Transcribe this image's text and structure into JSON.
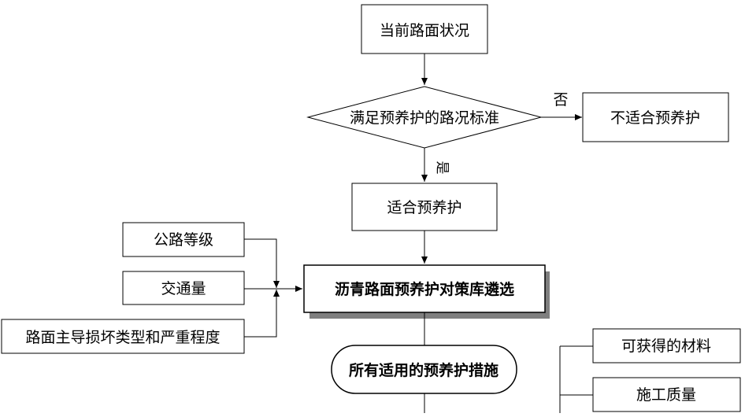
{
  "nodes": {
    "current_condition": "当前路面状况",
    "criteria_check": "满足预养护的路况标准",
    "not_suitable": "不适合预养护",
    "suitable": "适合预养护",
    "road_grade": "公路等级",
    "traffic_volume": "交通量",
    "distress_type": "路面主导损坏类型和严重程度",
    "strategy_selection": "沥青路面预养护对策库遴选",
    "applicable_measures": "所有适用的预养护措施",
    "available_materials": "可获得的材料",
    "construction_quality": "施工质量"
  },
  "edges": {
    "no_label": "否",
    "yes_label": "是"
  }
}
